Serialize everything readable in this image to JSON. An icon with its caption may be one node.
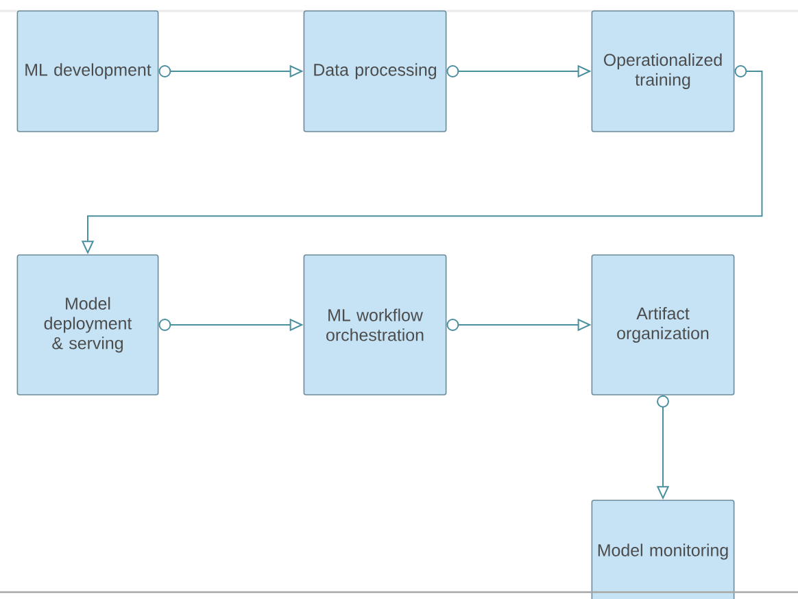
{
  "diagram": {
    "nodes": [
      {
        "text": [
          "ML development"
        ]
      },
      {
        "text": [
          "Data processing"
        ]
      },
      {
        "text": [
          "Operationalized training"
        ]
      },
      {
        "text": [
          "Model deployment & serving"
        ]
      },
      {
        "text": [
          "ML workflow orchestration"
        ]
      },
      {
        "text": [
          "Artifact organization"
        ]
      },
      {
        "text": [
          "Model monitoring"
        ]
      }
    ],
    "edges": [
      {
        "from": 0,
        "to": 1,
        "arrow": "to"
      },
      {
        "from": 1,
        "to": 2,
        "arrow": "to"
      },
      {
        "from": 2,
        "to": 3,
        "arrow": "to"
      },
      {
        "from": 3,
        "to": 4,
        "arrow": "to"
      },
      {
        "from": 4,
        "to": 5,
        "arrow": "to"
      },
      {
        "from": 5,
        "to": 6,
        "arrow": "to"
      }
    ]
  }
}
